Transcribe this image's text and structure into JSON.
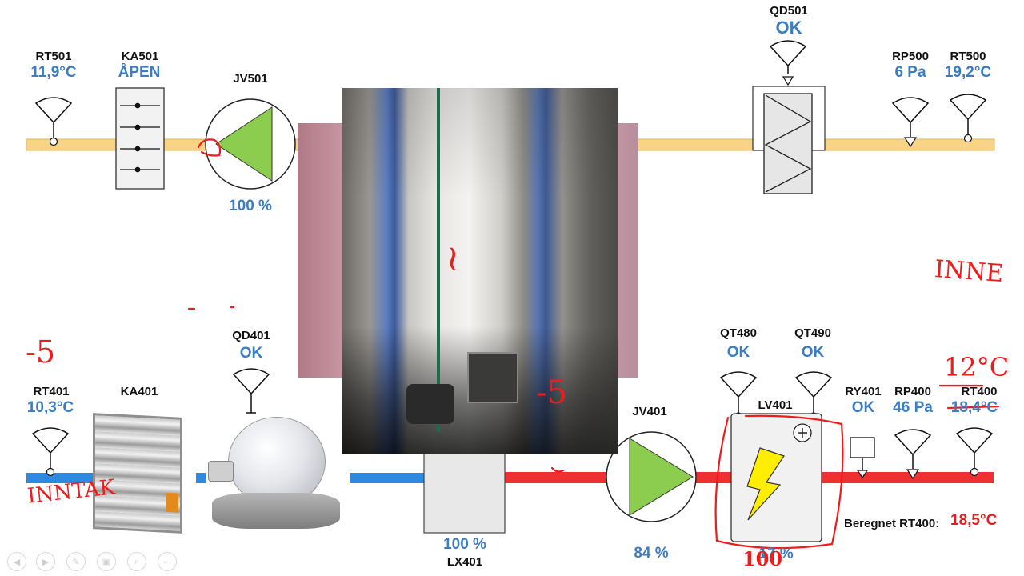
{
  "supply": {
    "RT501": {
      "tag": "RT501",
      "value": "11,9°C"
    },
    "KA501": {
      "tag": "KA501",
      "value": "ÅPEN"
    },
    "JV501": {
      "tag": "JV501",
      "value": "100 %"
    },
    "QD501": {
      "tag": "QD501",
      "value": "OK"
    },
    "RP500": {
      "tag": "RP500",
      "value": "6 Pa"
    },
    "RT500": {
      "tag": "RT500",
      "value": "19,2°C"
    }
  },
  "extract": {
    "RT401": {
      "tag": "RT401",
      "value": "10,3°C"
    },
    "KA401": {
      "tag": "KA401"
    },
    "QD401": {
      "tag": "QD401",
      "value": "OK"
    },
    "LX401": {
      "tag": "LX401",
      "value": "100 %"
    },
    "JV401": {
      "tag": "JV401",
      "value": "84 %"
    },
    "QT480": {
      "tag": "QT480",
      "value": "OK"
    },
    "QT490": {
      "tag": "QT490",
      "value": "OK"
    },
    "LV401": {
      "tag": "LV401",
      "value": "17 %"
    },
    "RY401": {
      "tag": "RY401",
      "value": "OK"
    },
    "RP400": {
      "tag": "RP400",
      "value": "46 Pa"
    },
    "RT400": {
      "tag": "RT400",
      "value": "18,4°C"
    }
  },
  "calculated": {
    "label": "Beregnet RT400:",
    "value": "18,5°C"
  },
  "annotations": {
    "minus5_left": "-5",
    "minus5_photo": "-5",
    "innt_left": "INNTAK",
    "inne_right": "INNE",
    "temp_12c": "12°C",
    "val_100": "100",
    "photo_wave": "~"
  },
  "colors": {
    "supply_duct": "#f9d488",
    "extract_duct_cold": "#2e8ae0",
    "extract_duct_warm": "#f03030",
    "fan_green": "#8ccc4e",
    "value_blue": "#3b7dc4",
    "annotation_red": "#ee1c1c"
  },
  "toolbar": {
    "icons": [
      "prev-icon",
      "next-icon",
      "pen-icon",
      "slides-icon",
      "zoom-icon",
      "more-icon"
    ]
  }
}
